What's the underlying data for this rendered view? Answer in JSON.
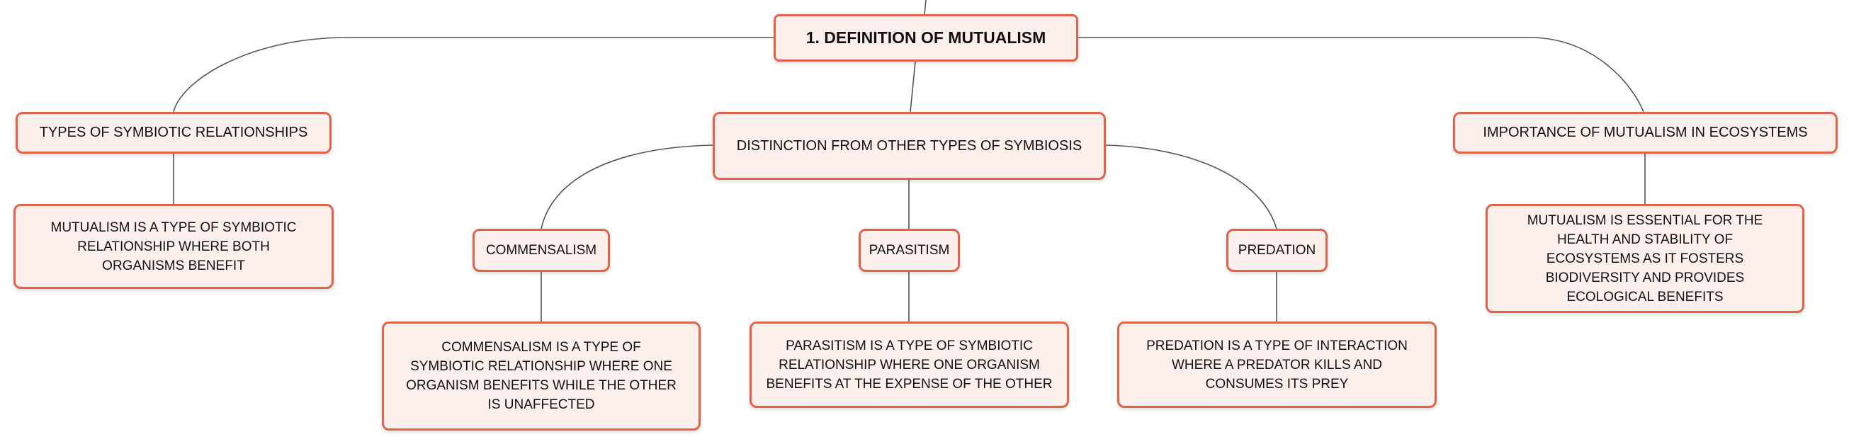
{
  "colors": {
    "node_fill": "#fdf0ec",
    "node_border": "#e4624a",
    "connector": "#555555",
    "text": "#111111"
  },
  "root": {
    "label": "1. DEFINITION OF MUTUALISM"
  },
  "branches": {
    "types": {
      "label": "TYPES OF SYMBIOTIC RELATIONSHIPS",
      "detail": "MUTUALISM IS A TYPE OF SYMBIOTIC RELATIONSHIP WHERE BOTH ORGANISMS BENEFIT"
    },
    "distinction": {
      "label": "DISTINCTION FROM OTHER TYPES OF SYMBIOSIS",
      "children": {
        "commensalism": {
          "label": "COMMENSALISM",
          "detail": "COMMENSALISM IS A TYPE OF SYMBIOTIC RELATIONSHIP WHERE ONE ORGANISM BENEFITS WHILE THE OTHER IS UNAFFECTED"
        },
        "parasitism": {
          "label": "PARASITISM",
          "detail": "PARASITISM IS A TYPE OF SYMBIOTIC RELATIONSHIP WHERE ONE ORGANISM BENEFITS AT THE EXPENSE OF THE OTHER"
        },
        "predation": {
          "label": "PREDATION",
          "detail": "PREDATION IS A TYPE OF INTERACTION WHERE A PREDATOR KILLS AND CONSUMES ITS PREY"
        }
      }
    },
    "importance": {
      "label": "IMPORTANCE OF MUTUALISM IN ECOSYSTEMS",
      "detail": "MUTUALISM IS ESSENTIAL FOR THE HEALTH AND STABILITY OF ECOSYSTEMS AS IT FOSTERS BIODIVERSITY AND PROVIDES ECOLOGICAL BENEFITS"
    }
  }
}
